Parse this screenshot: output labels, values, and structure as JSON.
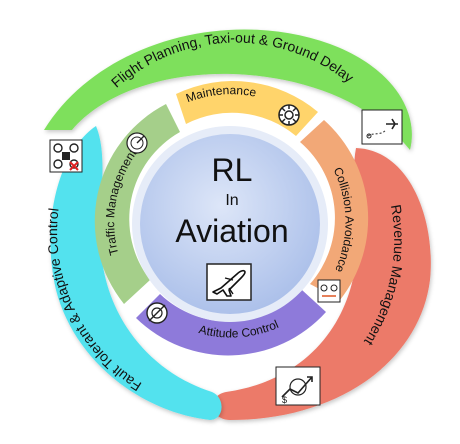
{
  "center": {
    "line1": "RL",
    "line2": "In",
    "line3": "Aviation",
    "icon": "airplane-icon"
  },
  "inner_ring": [
    {
      "label": "Maintenance",
      "color": "#FFD46B",
      "icon": "gear-icon"
    },
    {
      "label": "Collision Avoidance",
      "color": "#F2A877",
      "icon": "drones-icon"
    },
    {
      "label": "Attitude Control",
      "color": "#8E7ADA",
      "icon": "attitude-icon"
    },
    {
      "label": "Traffic Management",
      "color": "#A5CF8A",
      "icon": "radar-icon"
    }
  ],
  "outer_ring": [
    {
      "label": "Flight Planning, Taxi-out & Ground Delay",
      "color": "#7EE05C",
      "icon": "flight-path-icon"
    },
    {
      "label": "Revenue Management",
      "color": "#EC7A69",
      "icon": "revenue-chart-icon"
    },
    {
      "label": "Fault Tolerant & Adaptive Control",
      "color": "#52E2EE",
      "icon": "faulty-drone-icon"
    }
  ],
  "colors": {
    "hub_fill": "#C7D5F2",
    "hub_ring": "#E6ECF8",
    "text": "#111111"
  }
}
